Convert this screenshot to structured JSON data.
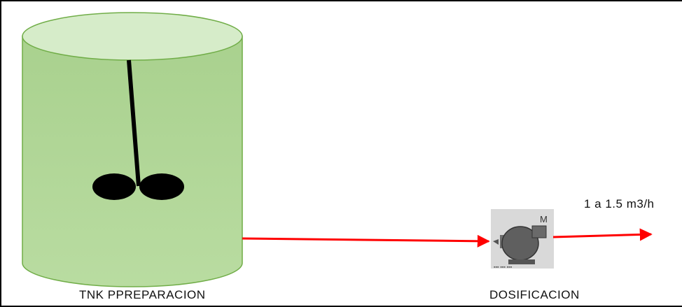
{
  "tank": {
    "label": "TNK PPREPARACION"
  },
  "pump": {
    "label": "DOSIFICACION",
    "motor_letter": "M"
  },
  "flow": {
    "label": "1 a 1.5 m3/h"
  },
  "colors": {
    "tank_fill": "#a9d08e",
    "tank_top": "#d6ecc9",
    "tank_stroke": "#70ad47",
    "line": "#ff0000"
  }
}
